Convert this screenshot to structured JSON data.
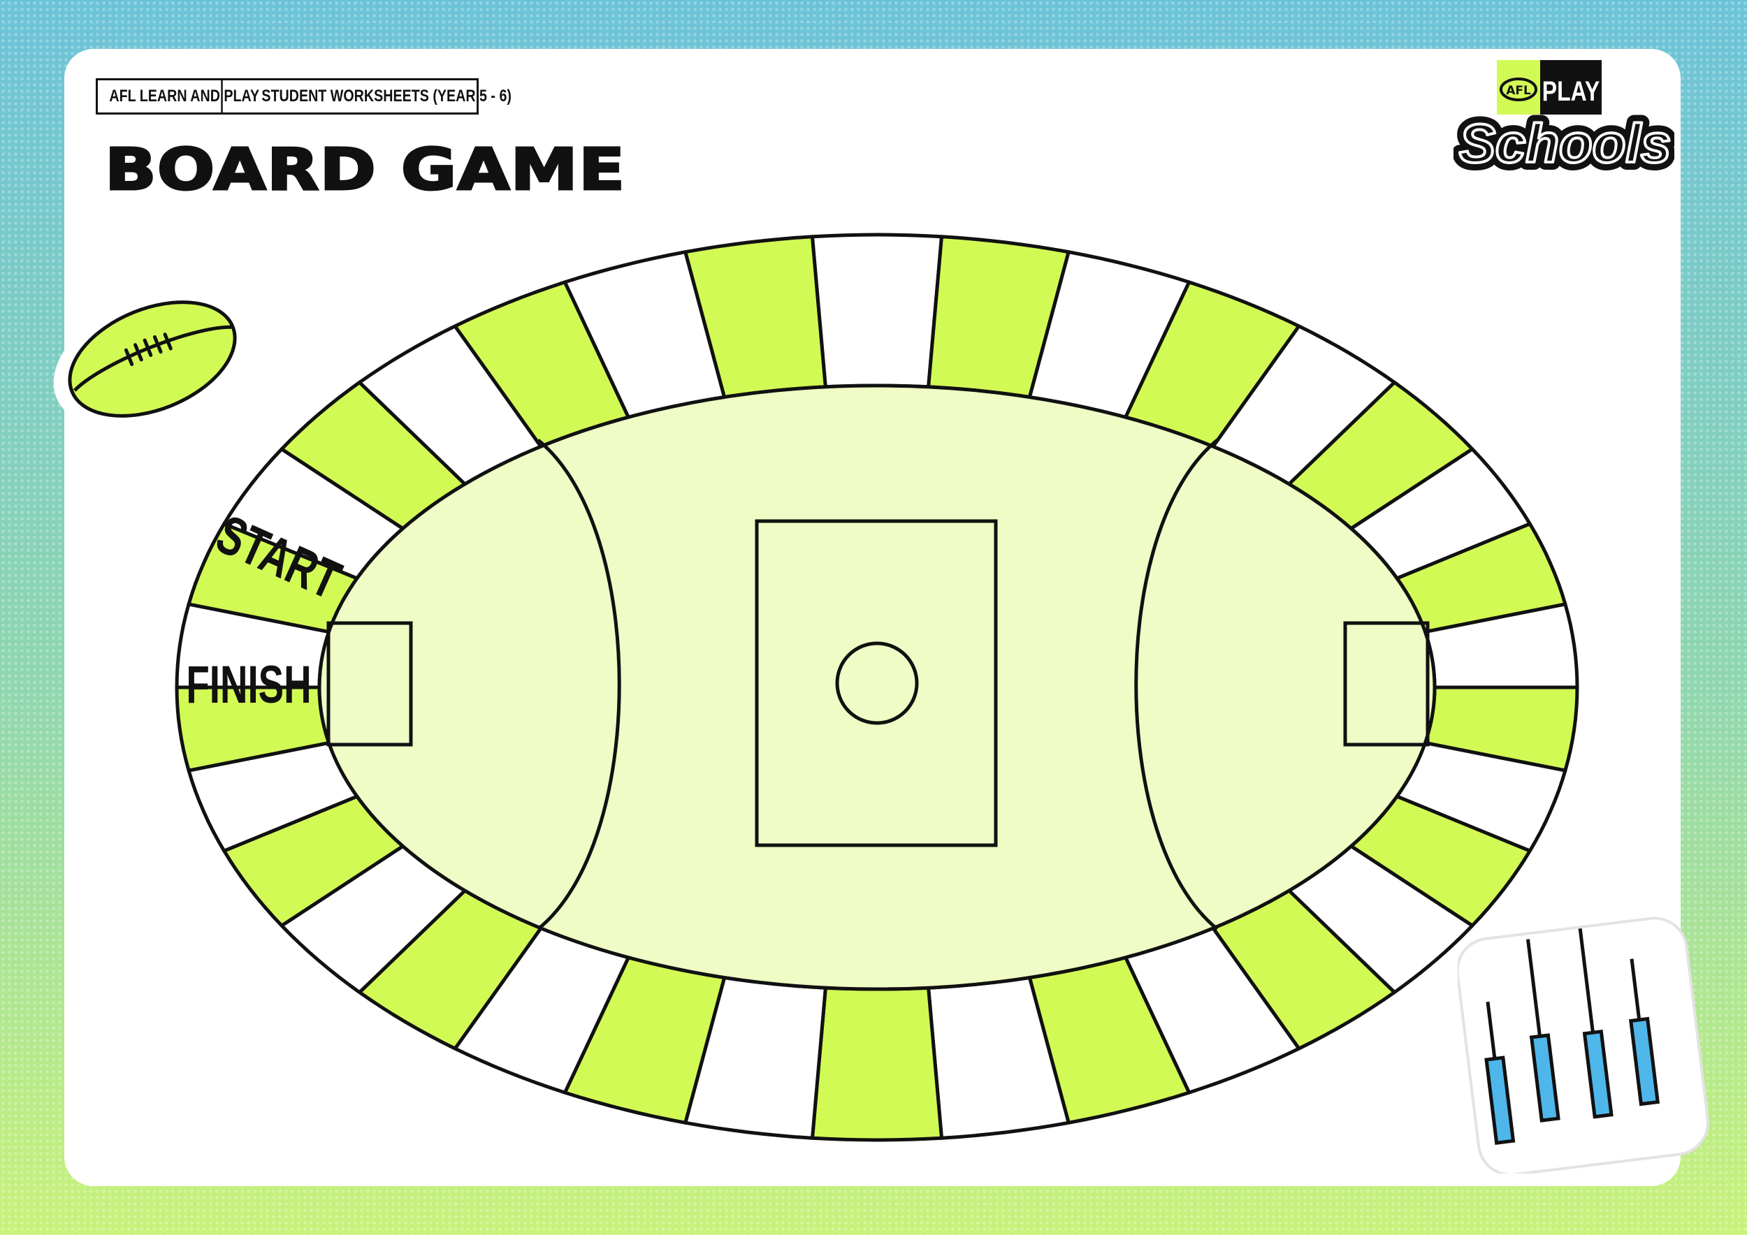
{
  "header": {
    "breadcrumb": [
      "AFL LEARN AND PLAY",
      "STUDENT WORKSHEETS (YEAR 5 - 6)"
    ],
    "title": "BOARD GAME"
  },
  "logo": {
    "afl": "AFL",
    "play": "PLAY",
    "schools": "Schools"
  },
  "board": {
    "start_label": "START",
    "finish_label": "FINISH",
    "square_colors": [
      "#d2fa55",
      "#ffffff"
    ],
    "field_color": "#effcc5"
  },
  "decorations": {
    "top_left": "football-icon",
    "bottom_right": "kicking-tees-icon"
  },
  "colors": {
    "lime": "#d2fa55",
    "pale_lime": "#effcc5",
    "tee_blue": "#4fb6ea",
    "ink": "#111111"
  }
}
